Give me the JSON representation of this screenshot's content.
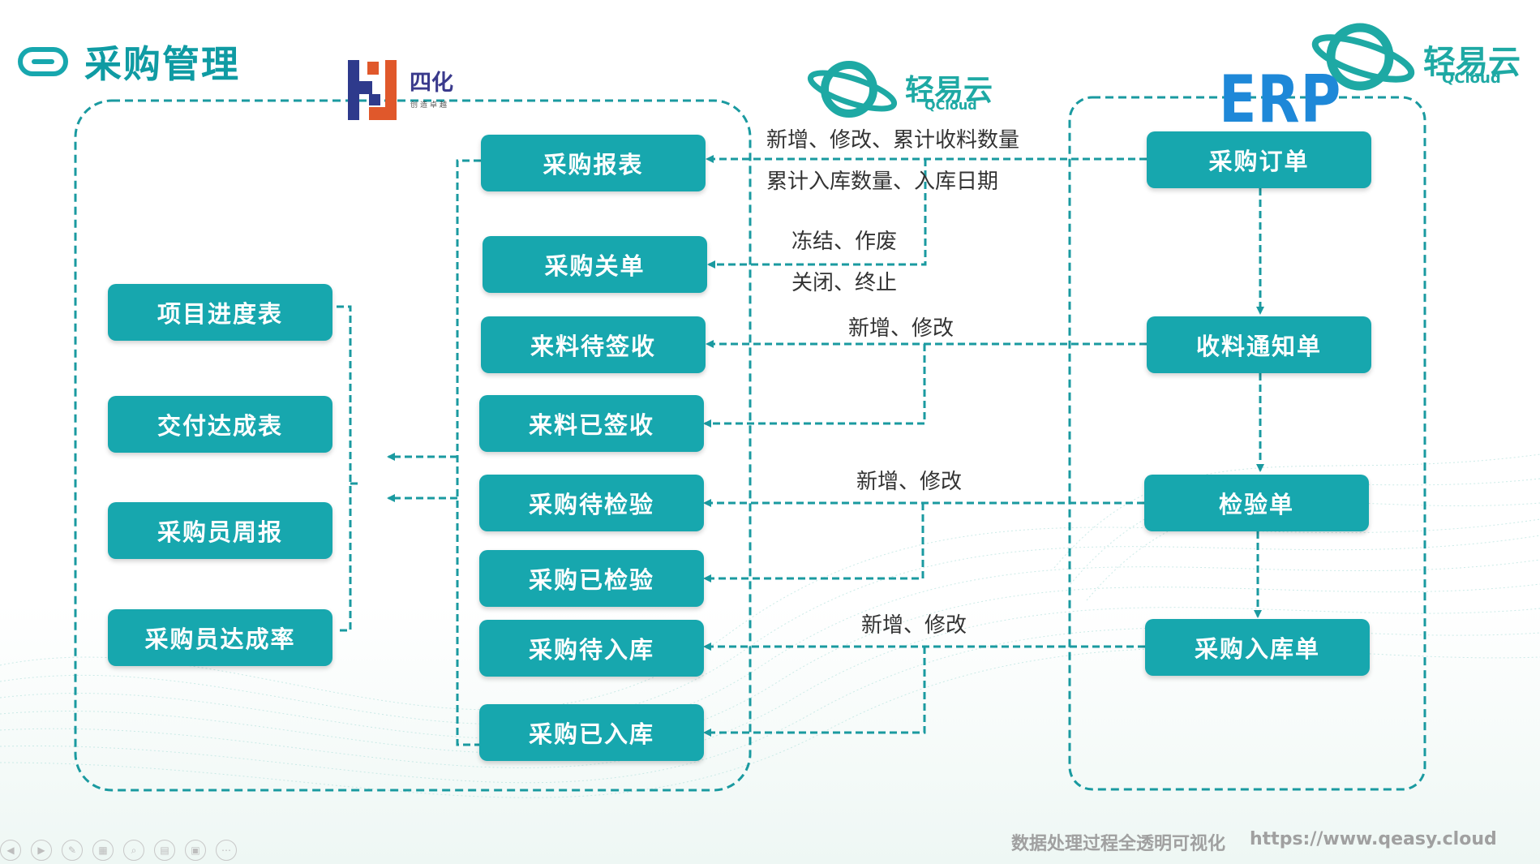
{
  "title": "采购管理",
  "logos": {
    "sihua": {
      "name": "四化",
      "tagline": "创造卓越"
    },
    "qcloud_main": {
      "name": "轻易云",
      "sub": "QCloud"
    },
    "qcloud_corner": {
      "name": "轻易云",
      "sub": "QCloud"
    },
    "erp": "ERP"
  },
  "left_reports": [
    "项目进度表",
    "交付达成表",
    "采购员周报",
    "采购员达成率"
  ],
  "middle_docs": [
    "采购报表",
    "采购关单",
    "来料待签收",
    "来料已签收",
    "采购待检验",
    "采购已检验",
    "采购待入库",
    "采购已入库"
  ],
  "erp_docs": [
    "采购订单",
    "收料通知单",
    "检验单",
    "采购入库单"
  ],
  "flow_labels": {
    "order_line1": "新增、修改、累计收料数量",
    "order_line2": "累计入库数量、入库日期",
    "close_line1": "冻结、作废",
    "close_line2": "关闭、终止",
    "receipt": "新增、修改",
    "inspection": "新增、修改",
    "inbound": "新增、修改"
  },
  "footer": {
    "slogan": "数据处理过程全透明可视化",
    "url": "https://www.qeasy.cloud"
  },
  "colors": {
    "accent": "#17a7ae",
    "title": "#0f9ba3",
    "dashed_line": "#1a9aa0",
    "erp_text": "#1e88d8",
    "footer_text": "#a0a0a0"
  }
}
